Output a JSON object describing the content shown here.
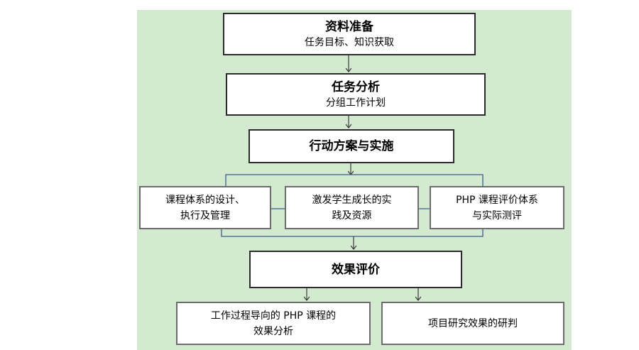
{
  "diagram": {
    "colors": {
      "panel": "#d3ead0",
      "box_border": "#2b2b2b",
      "connector": "#3a5f86"
    },
    "step1": {
      "title": "资料准备",
      "subtitle": "任务目标、知识获取"
    },
    "step2": {
      "title": "任务分析",
      "subtitle": "分组工作计划"
    },
    "step3": {
      "title": "行动方案与实施"
    },
    "branches": [
      {
        "text": "课程体系的设计、\n执行及管理"
      },
      {
        "text": "激发学生成长的实\n践及资源"
      },
      {
        "text": "PHP 课程评价体系\n与实际测评"
      }
    ],
    "step4": {
      "title": "效果评价"
    },
    "outcomes": [
      {
        "text": "工作过程导向的 PHP 课程的\n效果分析"
      },
      {
        "text": "项目研究效果的研判"
      }
    ]
  }
}
